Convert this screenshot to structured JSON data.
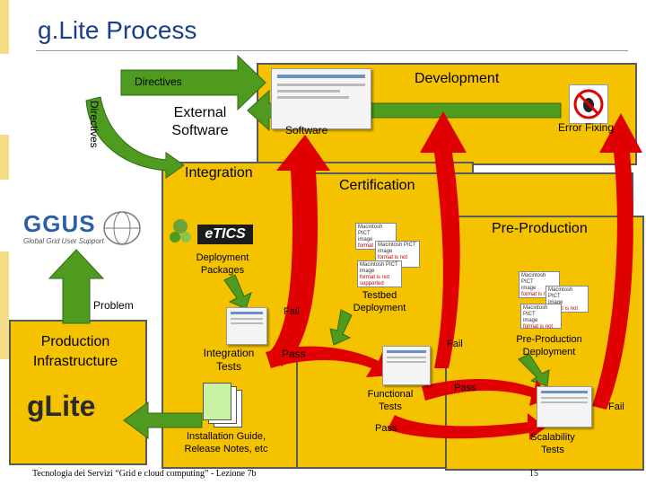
{
  "title": "g.Lite Process",
  "labels": {
    "directives_top": "Directives",
    "directives_side": "Directives",
    "development": "Development",
    "external_software": "External\nSoftware",
    "software": "Software",
    "error_fixing": "Error Fixing",
    "integration": "Integration",
    "certification": "Certification",
    "pre_production": "Pre-Production",
    "deployment_packages": "Deployment\nPackages",
    "problem": "Problem",
    "fail_integration": "Fail",
    "testbed_deployment": "Testbed\nDeployment",
    "production_infrastructure": "Production\nInfrastructure",
    "integration_tests": "Integration\nTests",
    "pass_integration": "Pass",
    "fail_certification": "Fail",
    "pre_production_deployment": "Pre-Production\nDeployment",
    "pass_certification": "Pass",
    "functional_tests": "Functional\nTests",
    "fail_preproduction": "Fail",
    "installation_guide": "Installation Guide,\nRelease Notes, etc",
    "pass_functional": "Pass",
    "scalability_tests": "Scalability\nTests"
  },
  "logos": {
    "ggus": "GGUS",
    "ggus_sub": "Global Grid User Support",
    "etics": "eTICS",
    "glite": "gLite"
  },
  "placeholder": {
    "line1": "Macintosh PICT",
    "line2": "image",
    "line3": "format is not supported"
  },
  "footer": {
    "course": "Tecnologia dei Servizi “Grid e cloud computing” - Lezione 7b",
    "page": "15"
  },
  "colors": {
    "yellow": "#f5c200",
    "green_arrow": "#4f9b1f",
    "red_arrow": "#e00000",
    "title": "#1a3f8a",
    "stripe": "#ecd16a"
  }
}
